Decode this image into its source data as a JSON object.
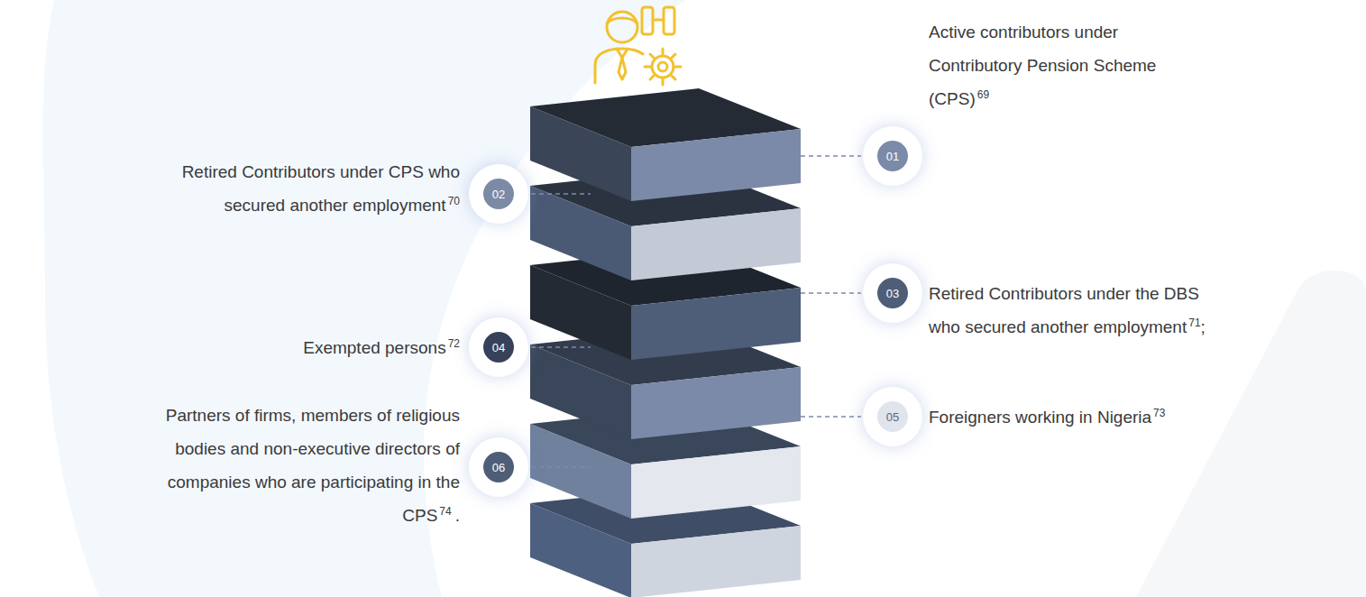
{
  "diagram": {
    "nodes": [
      {
        "text": [
          "01",
          "Active contributors under Contributory Pension Scheme (CPS)",
          "69"
        ]
      },
      {
        "text": [
          "02",
          "Retired Contributors under CPS who secured another employment",
          "70"
        ]
      },
      {
        "text": [
          "03",
          "Retired Contributors under the DBS who secured another employment",
          "71",
          ";"
        ]
      },
      {
        "text": [
          "04",
          "Exempted persons",
          "72"
        ]
      },
      {
        "text": [
          "05",
          "Foreigners working in Nigeria",
          "73"
        ]
      },
      {
        "text": [
          "06",
          "Partners of firms, members of religious bodies and non-executive directors of companies who are participating in the CPS",
          "74",
          "."
        ]
      }
    ]
  }
}
